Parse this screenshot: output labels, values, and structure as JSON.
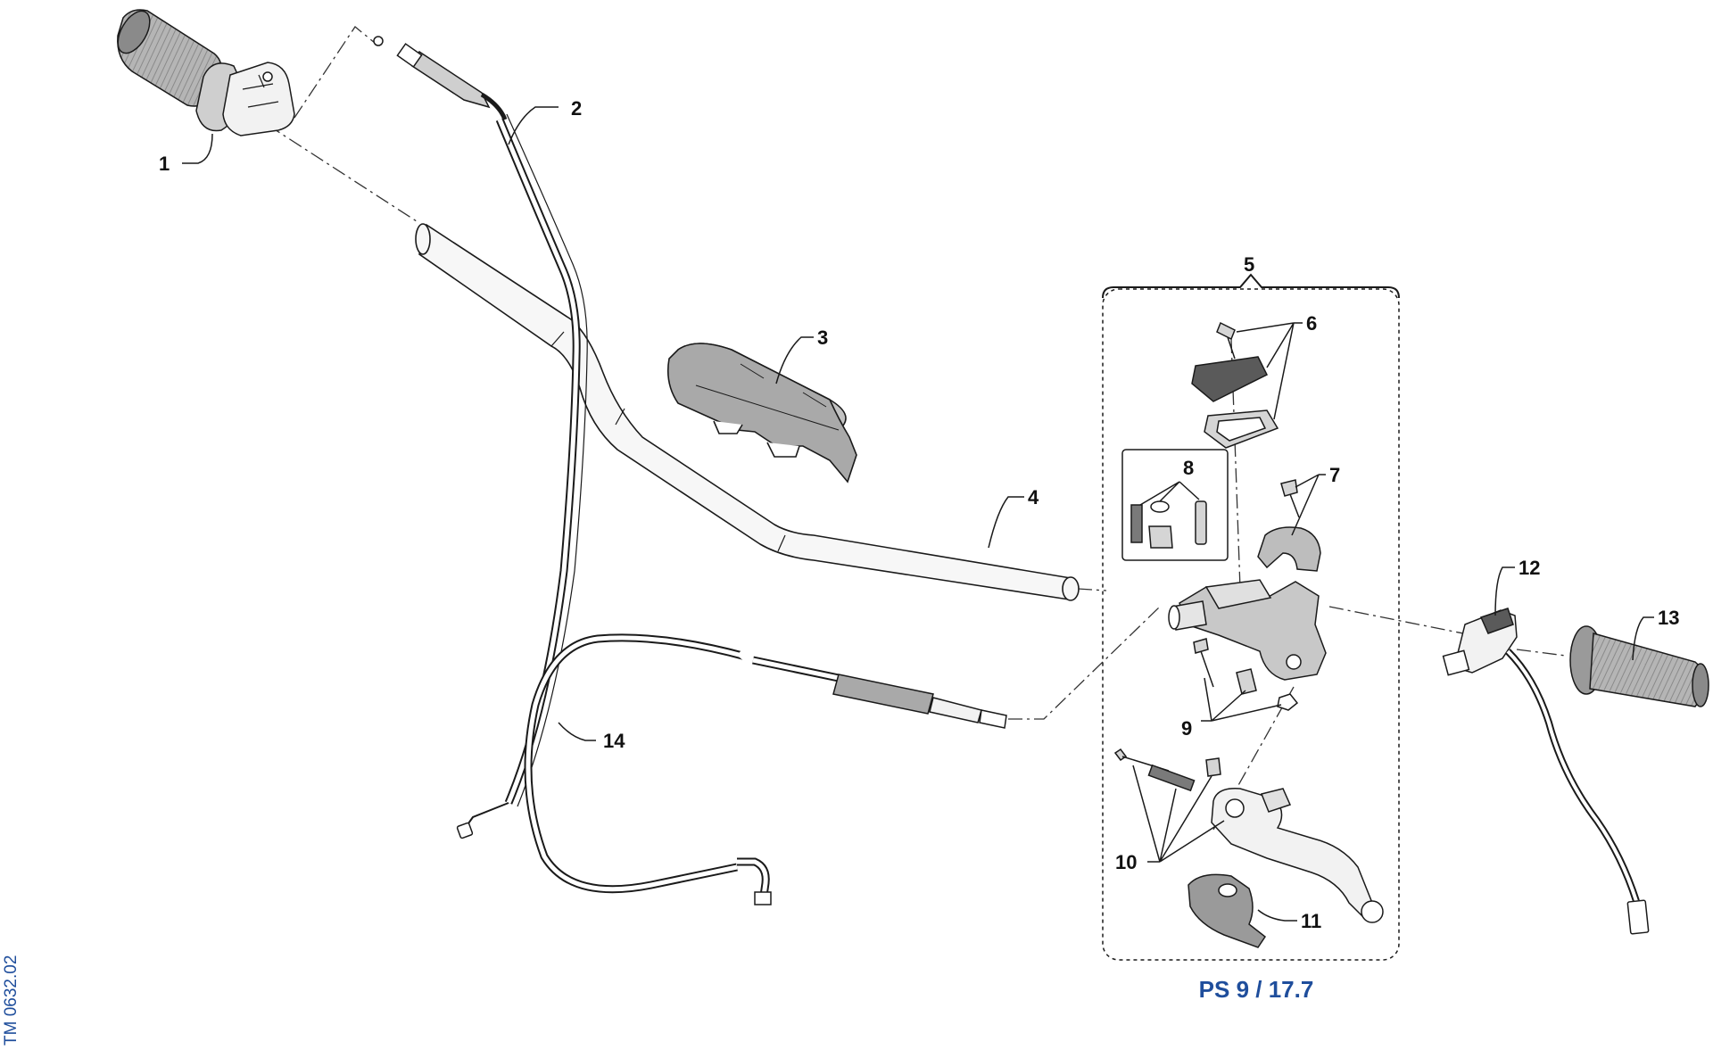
{
  "colors": {
    "line": "#1a1a1a",
    "part_fill": "#f7f7f7",
    "grey_fill": "#a9a9a9",
    "dark_fill": "#5a5a5a",
    "accent_blue": "#1f4e9c"
  },
  "callouts": {
    "c1": "1",
    "c2": "2",
    "c3": "3",
    "c4": "4",
    "c5": "5",
    "c6": "6",
    "c7": "7",
    "c8": "8",
    "c9": "9",
    "c10": "10",
    "c11": "11",
    "c12": "12",
    "c13": "13",
    "c14": "14"
  },
  "group_label": "PS 9 / 17.7",
  "drawing_code": "TM 0632.02"
}
